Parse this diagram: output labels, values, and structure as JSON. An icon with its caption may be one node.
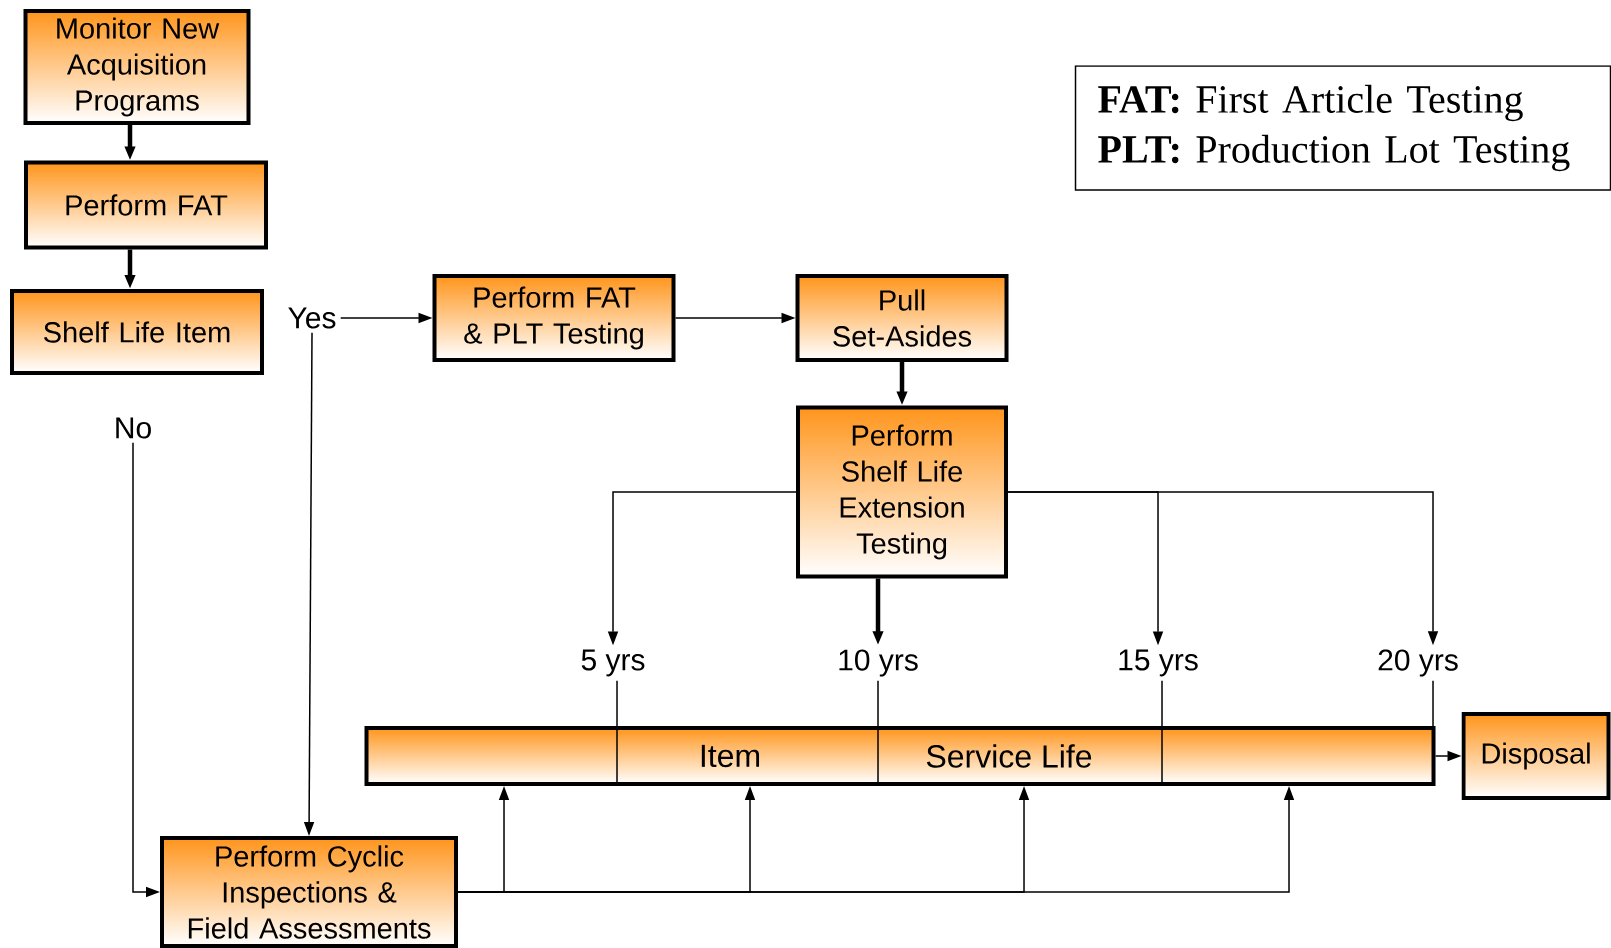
{
  "diagram": {
    "nodes": [
      {
        "text": [
          "Monitor New Acquisition Programs"
        ]
      },
      {
        "text": [
          "Perform FAT"
        ]
      },
      {
        "text": [
          "Shelf Life Item"
        ]
      },
      {
        "text": [
          "Yes"
        ]
      },
      {
        "text": [
          "No"
        ]
      },
      {
        "text": [
          "Perform FAT & PLT Testing"
        ]
      },
      {
        "text": [
          "Pull Set-Asides"
        ]
      },
      {
        "text": [
          "Perform Shelf Life Extension Testing"
        ]
      },
      {
        "text": [
          "5 yrs"
        ]
      },
      {
        "text": [
          "10 yrs"
        ]
      },
      {
        "text": [
          "15 yrs"
        ]
      },
      {
        "text": [
          "20 yrs"
        ]
      },
      {
        "text": [
          "Item",
          "Service Life"
        ]
      },
      {
        "text": [
          "Disposal"
        ]
      },
      {
        "text": [
          "Perform Cyclic Inspections & Field Assessments"
        ]
      },
      {
        "text": [
          "**FAT:** First Article Testing",
          "**PLT:**  Production Lot Testing"
        ]
      }
    ],
    "edges": [
      {
        "from": 0,
        "to": 1,
        "arrow": "to",
        "style": "thick"
      },
      {
        "from": 1,
        "to": 2,
        "arrow": "to",
        "style": "thick"
      },
      {
        "from": 3,
        "to": 5,
        "arrow": "to"
      },
      {
        "from": 5,
        "to": 6,
        "arrow": "to"
      },
      {
        "from": 6,
        "to": 7,
        "arrow": "to",
        "style": "thick"
      },
      {
        "from": 7,
        "to": 8,
        "arrow": "to"
      },
      {
        "from": 7,
        "to": 9,
        "arrow": "to",
        "style": "thick"
      },
      {
        "from": 7,
        "to": 10,
        "arrow": "to"
      },
      {
        "from": 7,
        "to": 11,
        "arrow": "to"
      },
      {
        "from": 8,
        "to": 12,
        "arrow": "none"
      },
      {
        "from": 9,
        "to": 12,
        "arrow": "none"
      },
      {
        "from": 10,
        "to": 12,
        "arrow": "none"
      },
      {
        "from": 11,
        "to": 12,
        "arrow": "none"
      },
      {
        "from": 12,
        "to": 13,
        "arrow": "to"
      },
      {
        "from": 3,
        "to": 14,
        "arrow": "to"
      },
      {
        "from": 4,
        "to": 14,
        "arrow": "to"
      },
      {
        "from": 14,
        "to": 12,
        "arrow": "to"
      },
      {
        "from": 14,
        "to": 12,
        "arrow": "to"
      },
      {
        "from": 14,
        "to": 12,
        "arrow": "to"
      },
      {
        "from": 14,
        "to": 12,
        "arrow": "to"
      }
    ]
  }
}
